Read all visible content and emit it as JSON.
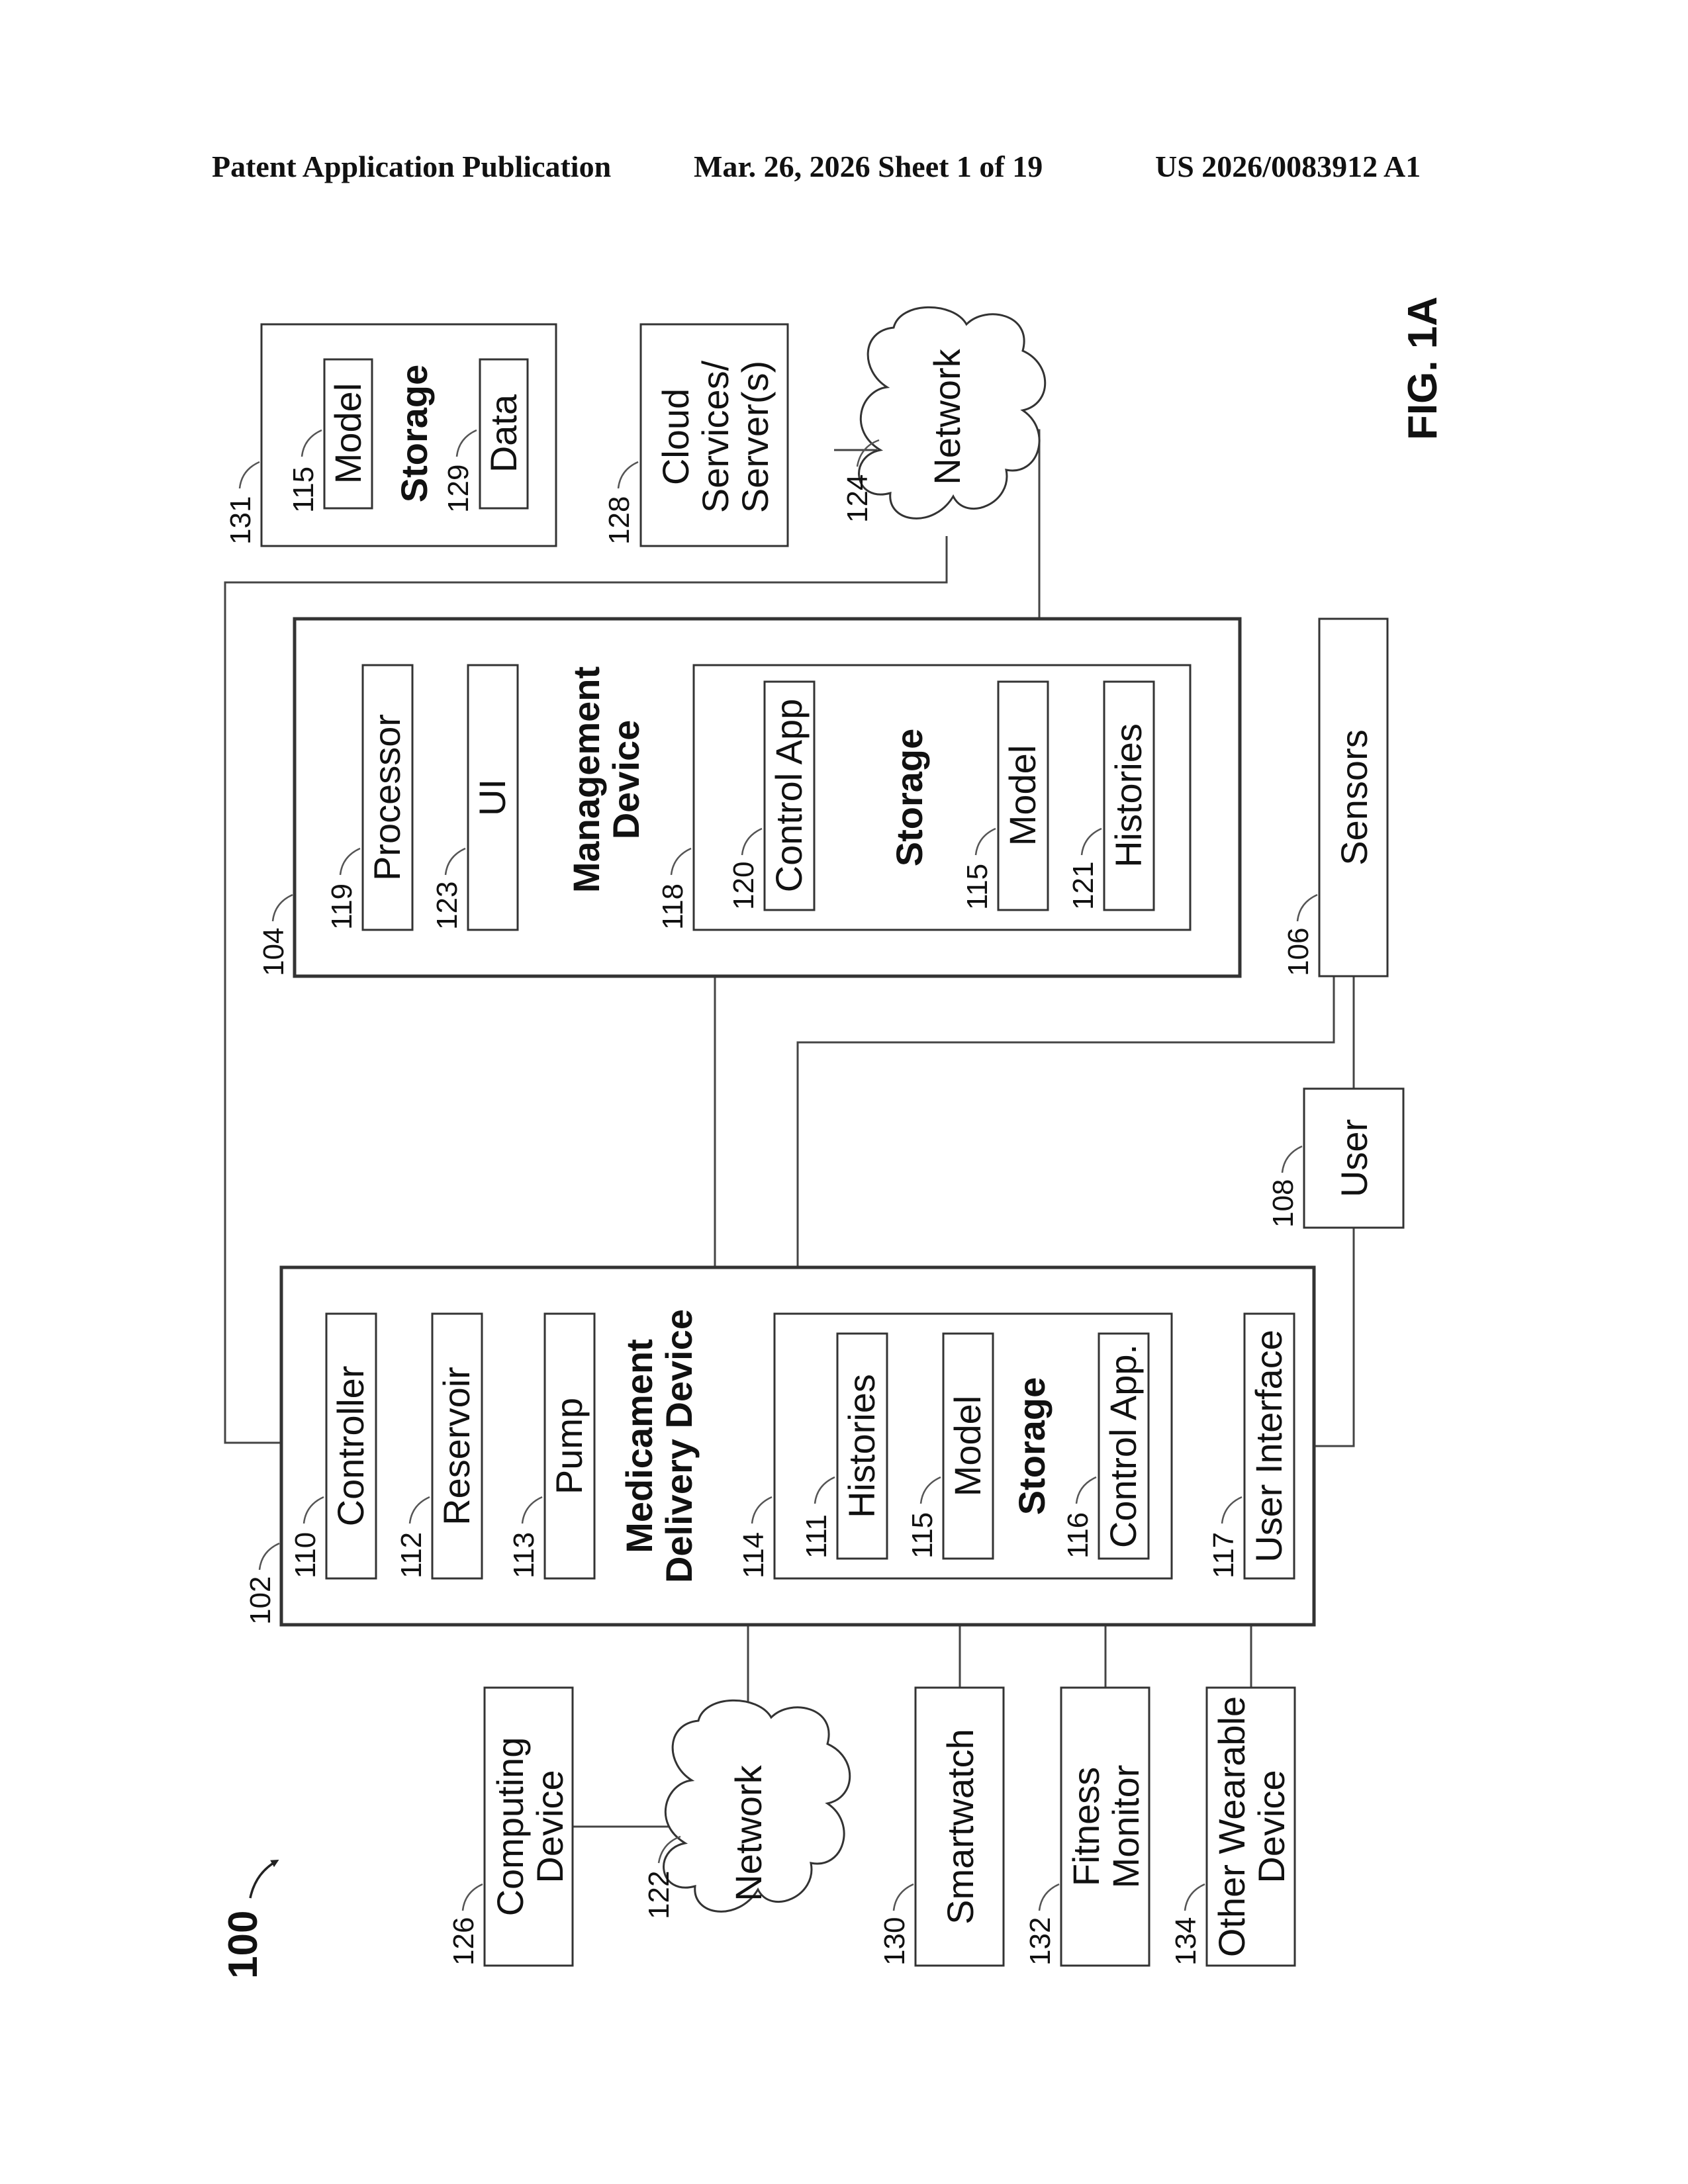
{
  "header": {
    "publication": "Patent Application Publication",
    "date_sheet": "Mar. 26, 2026  Sheet 1 of 19",
    "number": "US 2026/0083912 A1"
  },
  "figure": {
    "label": "FIG. 1A",
    "system_ref": "100",
    "medicament_delivery_device": {
      "ref": "102",
      "title_line1": "Medicament",
      "title_line2": "Delivery Device",
      "controller": {
        "ref": "110",
        "label": "Controller"
      },
      "reservoir": {
        "ref": "112",
        "label": "Reservoir"
      },
      "pump": {
        "ref": "113",
        "label": "Pump"
      },
      "storage": {
        "ref": "114",
        "label": "Storage",
        "histories": {
          "ref": "111",
          "label": "Histories"
        },
        "model": {
          "ref": "115",
          "label": "Model"
        },
        "control_app": {
          "ref": "116",
          "label": "Control App."
        }
      },
      "user_interface": {
        "ref": "117",
        "label": "User Interface"
      }
    },
    "management_device": {
      "ref": "104",
      "title_line1": "Management",
      "title_line2": "Device",
      "processor": {
        "ref": "119",
        "label": "Processor"
      },
      "ui": {
        "ref": "123",
        "label": "UI"
      },
      "storage": {
        "ref": "118",
        "label": "Storage",
        "control_app": {
          "ref": "120",
          "label": "Control App"
        },
        "model": {
          "ref": "115",
          "label": "Model"
        },
        "histories": {
          "ref": "121",
          "label": "Histories"
        }
      }
    },
    "storage_131": {
      "ref": "131",
      "label": "Storage",
      "model": {
        "ref": "115",
        "label": "Model"
      },
      "data": {
        "ref": "129",
        "label": "Data"
      }
    },
    "cloud": {
      "ref": "128",
      "line1": "Cloud",
      "line2": "Services/",
      "line3": "Server(s)"
    },
    "network_124": {
      "ref": "124",
      "label": "Network"
    },
    "network_122": {
      "ref": "122",
      "label": "Network"
    },
    "sensors": {
      "ref": "106",
      "label": "Sensors"
    },
    "user": {
      "ref": "108",
      "label": "User"
    },
    "computing_device": {
      "ref": "126",
      "line1": "Computing",
      "line2": "Device"
    },
    "smartwatch": {
      "ref": "130",
      "label": "Smartwatch"
    },
    "fitness_monitor": {
      "ref": "132",
      "line1": "Fitness",
      "line2": "Monitor"
    },
    "other_wearable": {
      "ref": "134",
      "line1": "Other Wearable",
      "line2": "Device"
    }
  }
}
